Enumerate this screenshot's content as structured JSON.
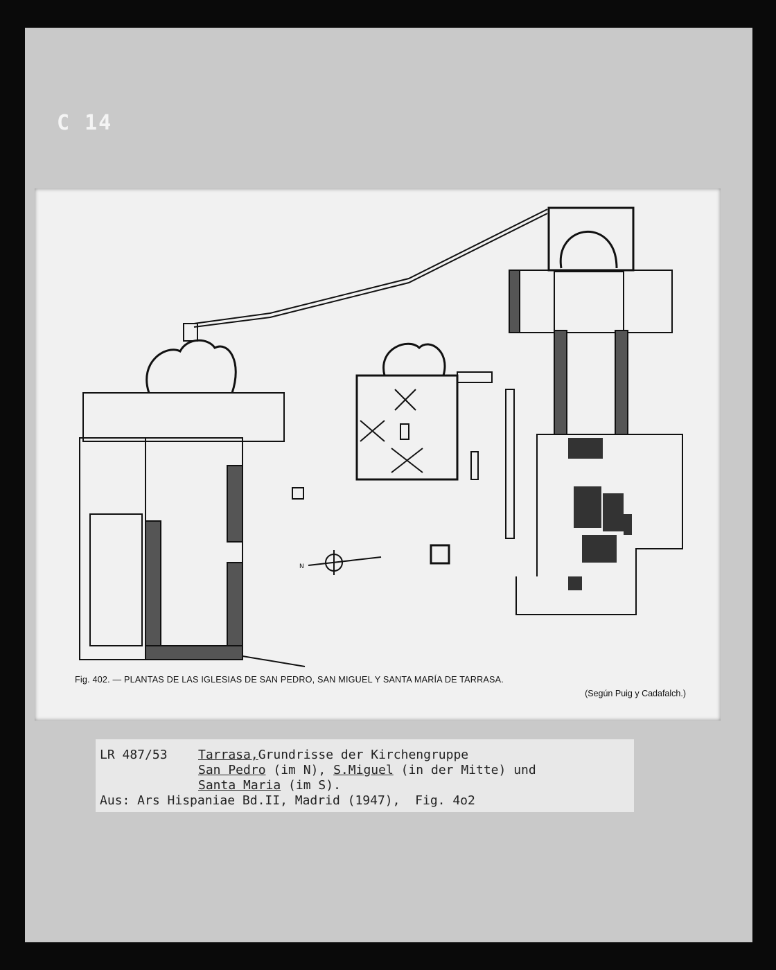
{
  "card": {
    "id": "C 14"
  },
  "plate": {
    "caption": "Fig. 402. — PLANTAS DE LAS IGLESIAS DE SAN PEDRO, SAN MIGUEL Y SANTA MARÍA DE TARRASA.",
    "credit": "(Según Puig y Cadafalch.)",
    "compass_letter": "N"
  },
  "label": {
    "inventory": "LR 487/53",
    "line1_place": "Tarrasa,",
    "line1_rest": "Grundrisse der Kirchengruppe",
    "line2_a": "San Pedro",
    "line2_b": " (im N), ",
    "line2_c": "S.Miguel",
    "line2_d": " (in der Mitte) und",
    "line3_a": "Santa Maria",
    "line3_b": " (im S).",
    "line4": "Aus: Ars Hispaniae Bd.II, Madrid (1947),  Fig. 4o2"
  }
}
